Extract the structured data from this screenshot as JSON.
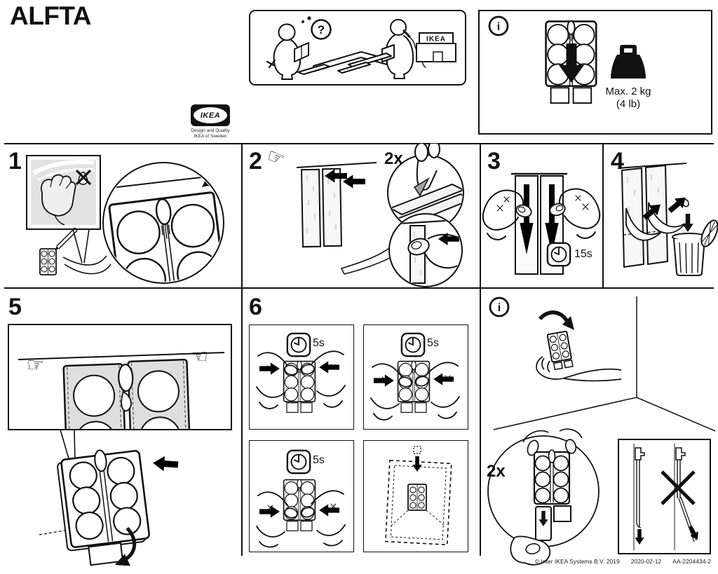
{
  "page": {
    "title": "ALFTA"
  },
  "branding": {
    "logo": "IKEA",
    "tagline1": "Design and Quality",
    "tagline2": "IKEA of Sweden"
  },
  "help_box": {
    "question_mark": "?",
    "store_sign": "IKEA"
  },
  "info_box": {
    "max_weight": "Max. 2 kg",
    "max_weight_lb": "(4 lb)"
  },
  "icons": {
    "info": "i",
    "pointing_hand_right": "☞",
    "pointing_hand_left": "☜"
  },
  "steps": {
    "s1": {
      "number": "1"
    },
    "s2": {
      "number": "2",
      "repeat": "2x"
    },
    "s3": {
      "number": "3",
      "press_time": "15s"
    },
    "s4": {
      "number": "4"
    },
    "s5": {
      "number": "5"
    },
    "s6": {
      "number": "6",
      "press_time_a": "5s",
      "press_time_b": "5s",
      "press_time_c": "5s"
    }
  },
  "removal": {
    "repeat": "2x"
  },
  "footer": {
    "copyright": "© Inter IKEA Systems B.V. 2019",
    "date": "2020-02-12",
    "article_number": "AA-2204434-2"
  }
}
